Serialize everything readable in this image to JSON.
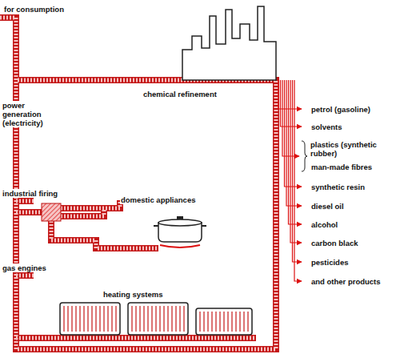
{
  "diagram": {
    "labels": [
      "for consumption",
      "power generation (electricity)",
      "chemical refinement",
      "industrial firing",
      "domestic appliances",
      "gas engines",
      "heating systems",
      "petrol (gasoline)",
      "solvents",
      "plastics (synthetic rubber)",
      "man-made fibres",
      "synthetic resin",
      "diesel oil",
      "alcohol",
      "carbon black",
      "pesticides",
      "and other products"
    ]
  }
}
